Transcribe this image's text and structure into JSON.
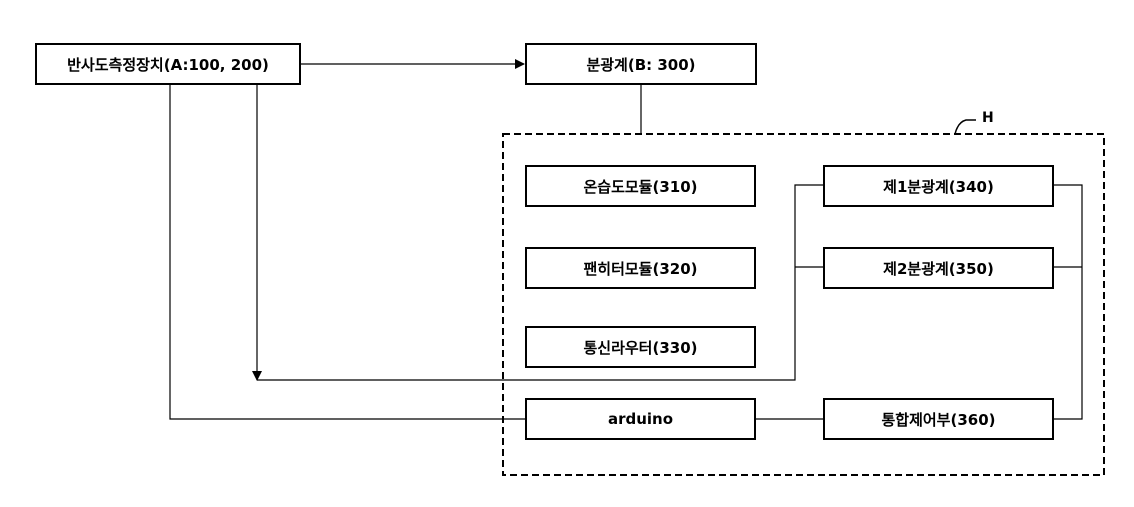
{
  "boxes": {
    "reflectometer": "반사도측정장치(A:100, 200)",
    "spectrometer": "분광계(B: 300)",
    "temp_humidity": "온습도모듈(310)",
    "fan_heater": "팬히터모듈(320)",
    "router": "통신라우터(330)",
    "arduino": "arduino",
    "spectrometer1": "제1분광계(340)",
    "spectrometer2": "제2분광계(350)",
    "controller": "통합제어부(360)"
  },
  "housing_label": "H"
}
